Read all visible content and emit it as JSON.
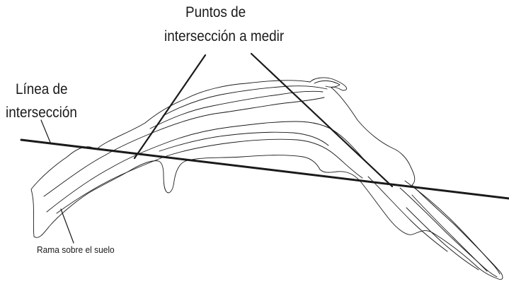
{
  "labels": {
    "points_line1": "Puntos de",
    "points_line2": "intersección a medir",
    "line_line1": "Línea de",
    "line_line2": "intersección",
    "branch": "Rama sobre el suelo"
  },
  "colors": {
    "ink": "#1a1a1a",
    "background": "#ffffff"
  }
}
